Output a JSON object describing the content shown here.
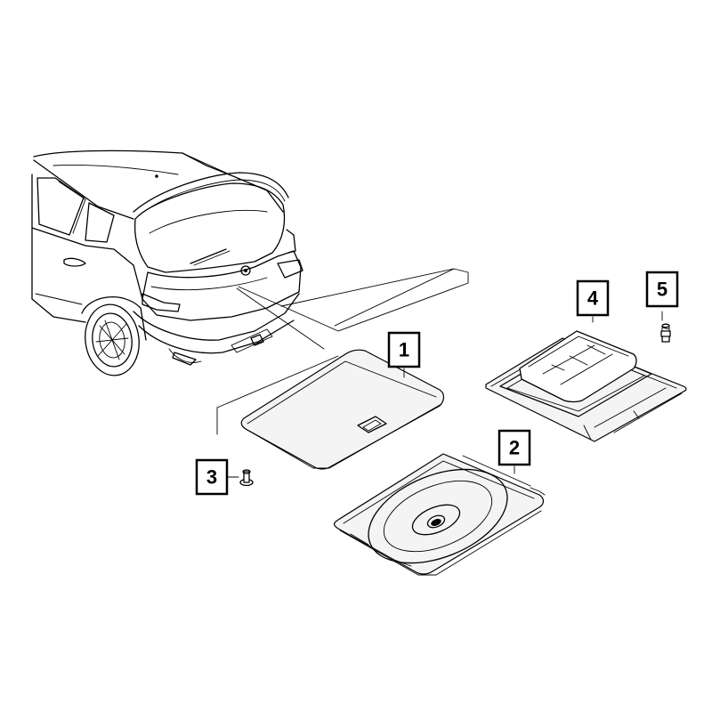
{
  "callouts": [
    {
      "id": "callout-1",
      "label": "1"
    },
    {
      "id": "callout-2",
      "label": "2"
    },
    {
      "id": "callout-3",
      "label": "3"
    },
    {
      "id": "callout-4",
      "label": "4"
    },
    {
      "id": "callout-5",
      "label": "5"
    }
  ]
}
